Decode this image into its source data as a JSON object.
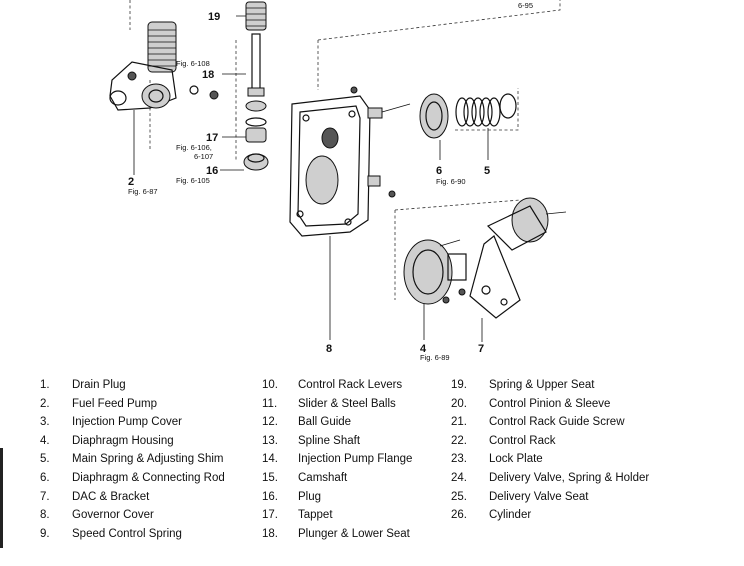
{
  "callouts": {
    "c2": "2",
    "c4": "4",
    "c5": "5",
    "c6": "6",
    "c7": "7",
    "c8": "8",
    "c16": "16",
    "c17": "17",
    "c18": "18",
    "c19": "19"
  },
  "fig_refs": {
    "r2": "Fig. 6-87",
    "r4": "Fig. 6-89",
    "r6": "Fig. 6-90",
    "r16": "Fig. 6-105",
    "r17a": "Fig. 6-106,",
    "r17b": "6-107",
    "r18": "Fig. 6-108",
    "rtop": "6-95"
  },
  "legend": [
    [
      {
        "num": "1.",
        "name": "Drain Plug"
      },
      {
        "num": "2.",
        "name": "Fuel Feed Pump"
      },
      {
        "num": "3.",
        "name": "Injection Pump Cover"
      },
      {
        "num": "4.",
        "name": "Diaphragm Housing"
      },
      {
        "num": "5.",
        "name": "Main Spring & Adjusting Shim"
      },
      {
        "num": "6.",
        "name": "Diaphragm & Connecting Rod"
      },
      {
        "num": "7.",
        "name": "DAC & Bracket"
      },
      {
        "num": "8.",
        "name": "Governor Cover"
      },
      {
        "num": "9.",
        "name": "Speed Control Spring"
      }
    ],
    [
      {
        "num": "10.",
        "name": "Control Rack Levers"
      },
      {
        "num": "11.",
        "name": "Slider & Steel Balls"
      },
      {
        "num": "12.",
        "name": "Ball Guide"
      },
      {
        "num": "13.",
        "name": "Spline Shaft"
      },
      {
        "num": "14.",
        "name": "Injection Pump Flange"
      },
      {
        "num": "15.",
        "name": "Camshaft"
      },
      {
        "num": "16.",
        "name": "Plug"
      },
      {
        "num": "17.",
        "name": "Tappet"
      },
      {
        "num": "18.",
        "name": "Plunger & Lower Seat"
      }
    ],
    [
      {
        "num": "19.",
        "name": "Spring & Upper Seat"
      },
      {
        "num": "20.",
        "name": "Control Pinion & Sleeve"
      },
      {
        "num": "21.",
        "name": "Control Rack Guide Screw"
      },
      {
        "num": "22.",
        "name": "Control Rack"
      },
      {
        "num": "23.",
        "name": "Lock Plate"
      },
      {
        "num": "24.",
        "name": "Delivery Valve, Spring & Holder"
      },
      {
        "num": "25.",
        "name": "Delivery Valve Seat"
      },
      {
        "num": "26.",
        "name": "Cylinder"
      }
    ]
  ]
}
